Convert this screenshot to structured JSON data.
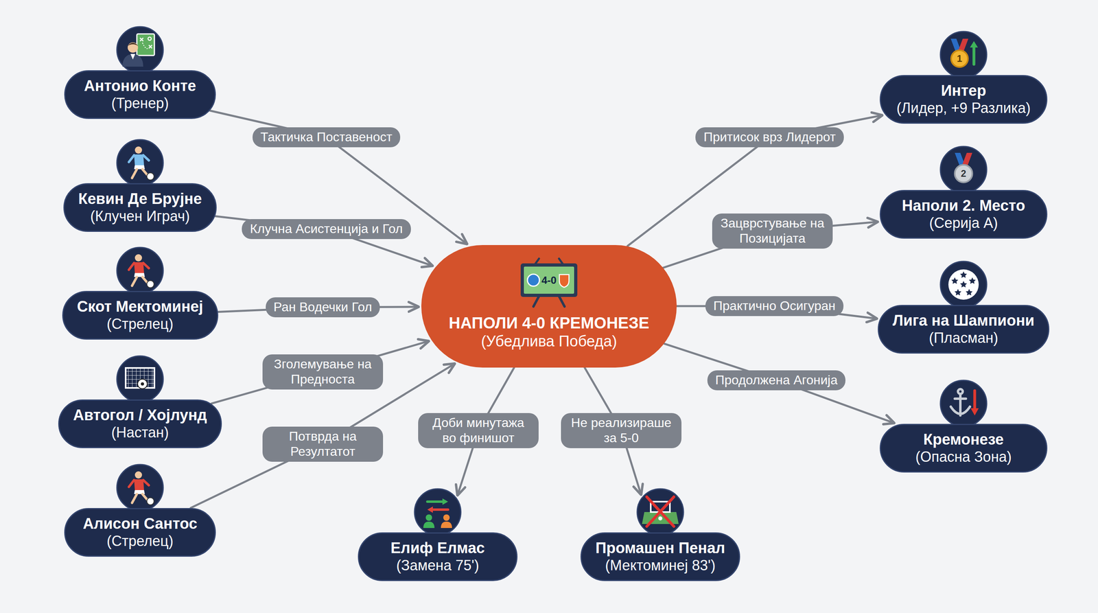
{
  "diagram": {
    "nodes": [
      {
        "text": [
          "Антонио Конте",
          "(Тренер)"
        ]
      },
      {
        "text": [
          "Кевин Де Брујне",
          "(Клучен Играч)"
        ]
      },
      {
        "text": [
          "Скот Мектоминеј",
          "(Стрелец)"
        ]
      },
      {
        "text": [
          "Автогол / Хојлунд",
          "(Настан)"
        ]
      },
      {
        "text": [
          "Алисон Сантос",
          "(Стрелец)"
        ]
      },
      {
        "text": [
          "НАПОЛИ 4-0 КРЕМОНЕЗЕ",
          "(Убедлива Победа)"
        ]
      },
      {
        "text": [
          "Интер",
          "(Лидер, +9 Разлика)"
        ]
      },
      {
        "text": [
          "Наполи 2. Место",
          "(Серија А)"
        ]
      },
      {
        "text": [
          "Лига на Шампиони",
          "(Пласман)"
        ]
      },
      {
        "text": [
          "Кремонезе",
          "(Опасна Зона)"
        ]
      },
      {
        "text": [
          "Елиф Елмас",
          "(Замена 75')"
        ]
      },
      {
        "text": [
          "Промашен Пенал",
          "(Мектоминеј 83')"
        ]
      }
    ],
    "edges": [
      {
        "from": 0,
        "to": 5,
        "label": "Тактичка Поставеност",
        "arrow": "to"
      },
      {
        "from": 1,
        "to": 5,
        "label": "Клучна Асистенција и Гол",
        "arrow": "to"
      },
      {
        "from": 2,
        "to": 5,
        "label": "Ран Водечки Гол",
        "arrow": "to"
      },
      {
        "from": 3,
        "to": 5,
        "label": "Зголемување на Предноста",
        "arrow": "to"
      },
      {
        "from": 4,
        "to": 5,
        "label": "Потврда на Резултатот",
        "arrow": "to"
      },
      {
        "from": 5,
        "to": 6,
        "label": "Притисок врз Лидерот",
        "arrow": "to"
      },
      {
        "from": 5,
        "to": 7,
        "label": "Зацврстување на Позицијата",
        "arrow": "to"
      },
      {
        "from": 5,
        "to": 8,
        "label": "Практично Осигуран",
        "arrow": "to"
      },
      {
        "from": 5,
        "to": 9,
        "label": "Продолжена Агонија",
        "arrow": "to"
      },
      {
        "from": 5,
        "to": 10,
        "label": "Доби минутажа во финишот",
        "arrow": "to"
      },
      {
        "from": 5,
        "to": 11,
        "label": "Не реализираше за 5-0",
        "arrow": "to"
      }
    ],
    "labels": [
      "4-0",
      "1",
      "2"
    ]
  }
}
